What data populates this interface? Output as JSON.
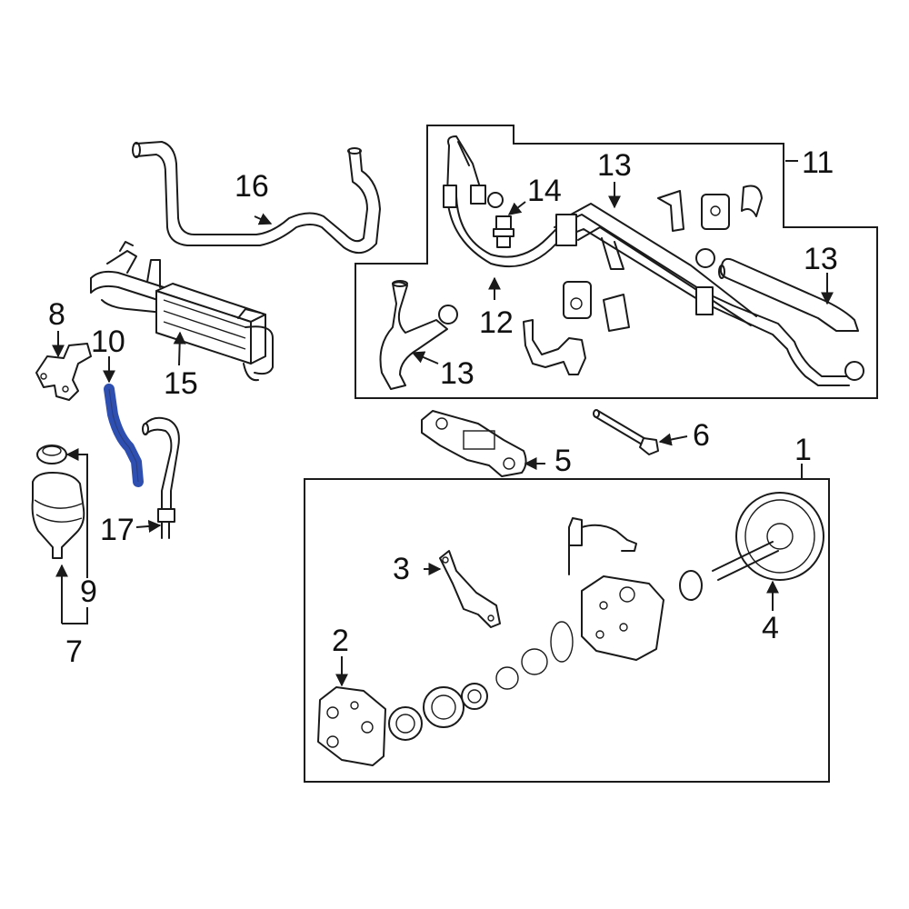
{
  "diagram": {
    "highlight_color": "#2f4fb0",
    "line_color": "#1a1a1a",
    "highlighted_part": "10",
    "callouts": {
      "c1": "1",
      "c2": "2",
      "c3": "3",
      "c4": "4",
      "c5": "5",
      "c6": "6",
      "c7": "7",
      "c8": "8",
      "c9": "9",
      "c10": "10",
      "c11": "11",
      "c12": "12",
      "c13a": "13",
      "c13b": "13",
      "c13c": "13",
      "c14": "14",
      "c15": "15",
      "c16": "16",
      "c17": "17"
    }
  }
}
